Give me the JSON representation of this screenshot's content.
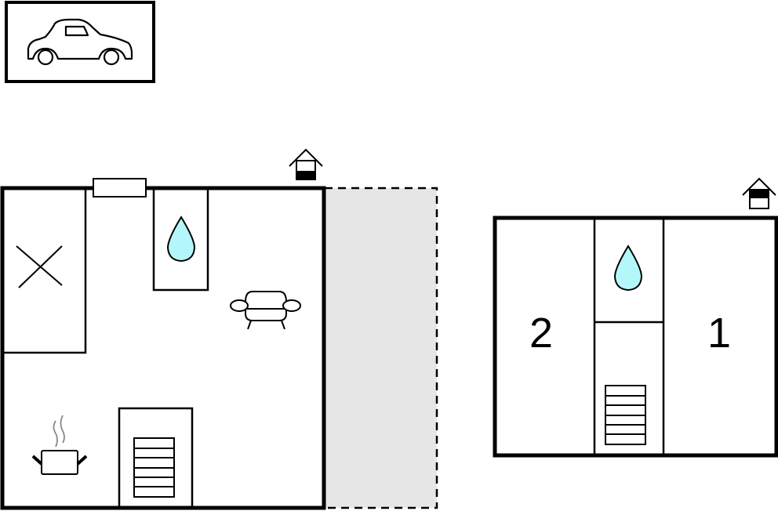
{
  "diagram": {
    "type": "floor-plan",
    "colors": {
      "wall": "#000000",
      "water": "#b3f7fa",
      "terrace": "#e6e6e6",
      "steam": "#888888"
    },
    "parking": {
      "icon": "car-icon"
    },
    "ground_floor": {
      "icons": [
        "house-level-ground-icon",
        "bedroom-x-icon",
        "bathroom-water-drop-icon",
        "sofa-icon",
        "kitchen-pot-icon",
        "staircase-icon",
        "window-icon"
      ],
      "terrace": "dashed-area"
    },
    "upper_floor": {
      "icons": [
        "house-level-upper-icon",
        "bathroom-water-drop-icon",
        "staircase-icon"
      ],
      "rooms": [
        {
          "label": "2"
        },
        {
          "label": "1"
        }
      ]
    }
  }
}
